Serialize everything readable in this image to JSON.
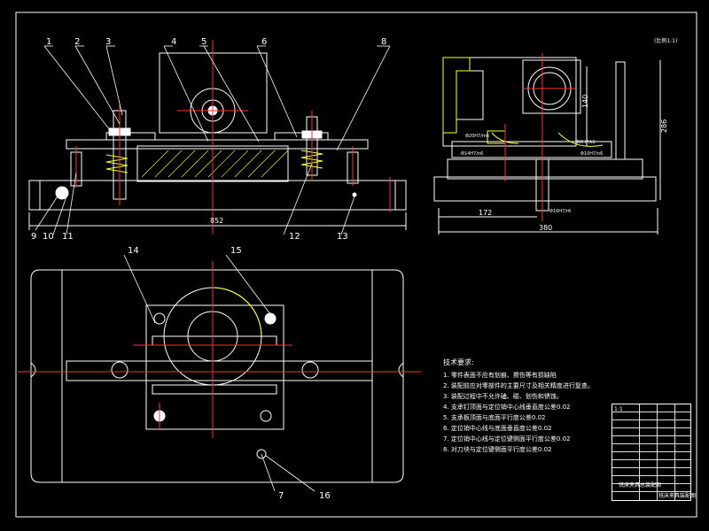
{
  "drawing": {
    "scale_note": "(比例1:1)",
    "part_labels": [
      "1",
      "2",
      "3",
      "4",
      "5",
      "6",
      "8",
      "9",
      "10",
      "11",
      "12",
      "13",
      "14",
      "15",
      "7",
      "16"
    ],
    "dimensions": {
      "front_length": "852",
      "side_height": "140",
      "side_total_height": "286",
      "side_width_left": "172",
      "side_width_total": "380"
    },
    "fits": [
      "Φ20H7/m6",
      "Φ14H7/n6",
      "Φ8H7/k6",
      "Φ10H7/n6",
      "Φ16H7/r6"
    ]
  },
  "technical_notes": {
    "title": "技术要求:",
    "items": [
      "1. 零件表面不应有划痕、擦伤等有损缺陷",
      "2. 装配前应对零部件的主要尺寸及相关精度进行复查。",
      "3. 装配过程中不允许磕、碰、划伤和锈蚀。",
      "4. 支承钉顶面与定位销中心线垂直度公差0.02",
      "5. 支承板顶面与底面平行度公差0.02",
      "6. 定位销中心线与底面垂直度公差0.02",
      "7. 定位销中心线与定位键侧面平行度公差0.02",
      "8. 对刀块与定位键侧面平行度公差0.02"
    ]
  },
  "title_block": {
    "left_label": "铣床夹具总装配图",
    "bottom_label": "铣床夹具装配图",
    "scale": "1:1"
  },
  "colors": {
    "background": "#000000",
    "outline": "#ffffff",
    "center_line": "#ff3030",
    "hatch": "#ffff33"
  }
}
